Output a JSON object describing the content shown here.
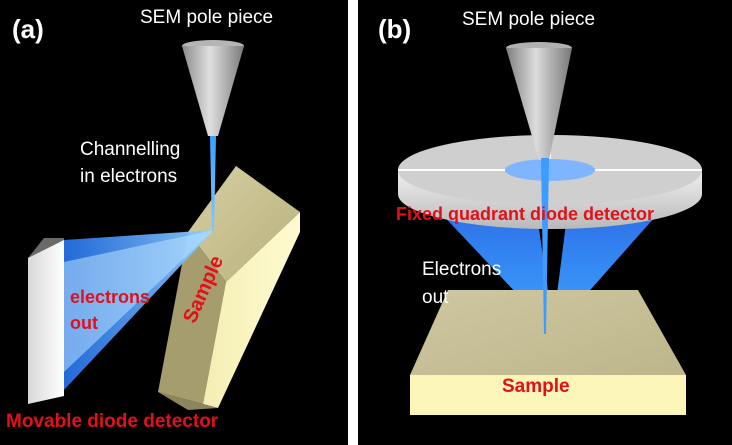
{
  "panel_a": {
    "letter": "(a)",
    "pole_piece": "SEM pole piece",
    "beam_label": [
      "Channelling",
      "in  electrons"
    ],
    "detector_text": [
      "electrons",
      "out"
    ],
    "sample": "Sample",
    "detector": "Movable diode detector"
  },
  "panel_b": {
    "letter": "(b)",
    "pole_piece": "SEM pole piece",
    "detector": "Fixed quadrant  diode detector",
    "electrons": [
      "Electrons",
      "out"
    ],
    "sample": "Sample"
  },
  "colors": {
    "background": "#000000",
    "label_red": "#e3101a",
    "beam_blue": "#2f8cff",
    "sample_face": "#fbf5b8"
  }
}
